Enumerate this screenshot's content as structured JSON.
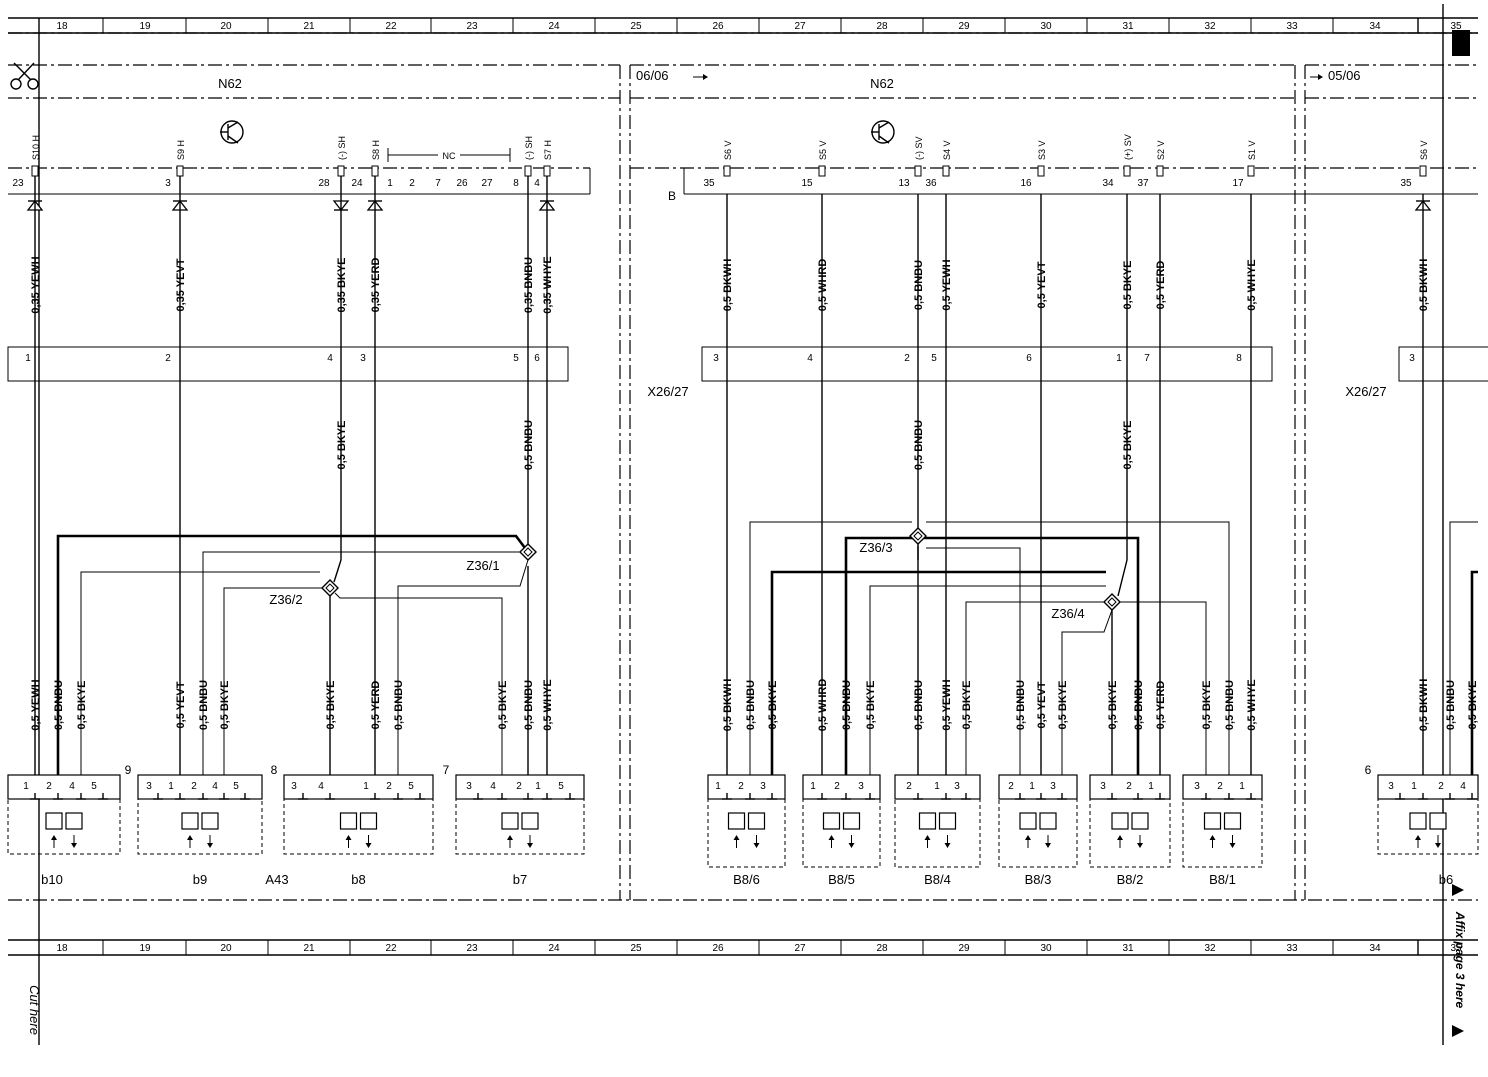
{
  "grid_columns": [
    "18",
    "19",
    "20",
    "21",
    "22",
    "23",
    "24",
    "25",
    "26",
    "27",
    "28",
    "29",
    "30",
    "31",
    "32",
    "33",
    "34",
    "35"
  ],
  "header": {
    "left_unit": "N62",
    "right_unit": "N62",
    "date_left": "06/06",
    "date_right": "05/06"
  },
  "labels": {
    "nc": "NC",
    "connector_b": "B",
    "connector_x_mid": "X26/27",
    "connector_x_right": "X26/27",
    "cut_here": "Cut here",
    "affix": "Affix page 3 here"
  },
  "left_pins": [
    {
      "sig": "S10 H",
      "pin": "23"
    },
    {
      "sig": "S9 H",
      "pin": "3"
    },
    {
      "sig": "(-) SH",
      "pin": "28"
    },
    {
      "sig": "",
      "pin": "24"
    },
    {
      "sig": "S8 H",
      "pin": "1"
    },
    {
      "sig": "",
      "pin": "2"
    },
    {
      "sig": "",
      "pin": "7"
    },
    {
      "sig": "",
      "pin": "26"
    },
    {
      "sig": "",
      "pin": "27"
    },
    {
      "sig": "(-) SH",
      "pin": "8"
    },
    {
      "sig": "S7 H",
      "pin": "4"
    }
  ],
  "right_pins": [
    {
      "sig": "S6 V",
      "pin": "35"
    },
    {
      "sig": "S5 V",
      "pin": "15"
    },
    {
      "sig": "(-) SV",
      "pin": "13"
    },
    {
      "sig": "S4 V",
      "pin": "36"
    },
    {
      "sig": "S3 V",
      "pin": "16"
    },
    {
      "sig": "(+) SV",
      "pin": "34"
    },
    {
      "sig": "S2 V",
      "pin": "37"
    },
    {
      "sig": "S1 V",
      "pin": "17"
    },
    {
      "sig": "S6 V",
      "pin": "35"
    }
  ],
  "wires_upper_left": [
    "0,35 YEWH",
    "0,35 YEVT",
    "0,35 BKYE",
    "0,35 YERD",
    "0,35 BNBU",
    "0,35 WHYE"
  ],
  "wires_upper_right": [
    "0,5 BKWH",
    "0,5 WHRD",
    "0,5 BNBU",
    "0,5 YEWH",
    "0,5 YEVT",
    "0,5 BKYE",
    "0,5 YERD",
    "0,5 WHYE",
    "0,5 BKWH"
  ],
  "connector_left_pins": [
    "1",
    "2",
    "4",
    "3",
    "5",
    "6"
  ],
  "connector_mid_pins": [
    "3",
    "4",
    "2",
    "5",
    "6",
    "1",
    "7",
    "8"
  ],
  "connector_right_pins": [
    "3"
  ],
  "wires_middle": [
    "0,5 BKYE",
    "0,5 BNBU",
    "0,5 BNBU",
    "0,5 BKYE"
  ],
  "splices": [
    "Z36/1",
    "Z36/2",
    "Z36/3",
    "Z36/4"
  ],
  "wires_lower_left": [
    "0,5 YEWH",
    "0,5 BNBU",
    "0,5 BKYE",
    "0,5 YEVT",
    "0,5 BNBU",
    "0,5 BKYE",
    "0,5 BKYE",
    "0,5 YERD",
    "0,5 BNBU",
    "0,5 BKYE",
    "0,5 BNBU",
    "0,5 WHYE"
  ],
  "wires_lower_right": [
    "0,5 BKWH",
    "0,5 BNBU",
    "0,5 BKYE",
    "0,5 WHRD",
    "0,5 BNBU",
    "0,5 BKYE",
    "0,5 BNBU",
    "0,5 YEWH",
    "0,5 BKYE",
    "0,5 BNBU",
    "0,5 YEVT",
    "0,5 BKYE",
    "0,5 BKYE",
    "0,5 BNBU",
    "0,5 YERD",
    "0,5 BKYE",
    "0,5 BNBU",
    "0,5 WHYE",
    "0,5 BKWH",
    "0,5 BNBU",
    "0,5 BKYE"
  ],
  "sensors_left": [
    {
      "name": "b10",
      "pos": "",
      "pins": [
        "1",
        "2",
        "4",
        "5"
      ]
    },
    {
      "name": "b9",
      "pos": "9",
      "pins": [
        "3",
        "1",
        "2",
        "4",
        "5"
      ]
    },
    {
      "name": "b8",
      "pos": "8",
      "pins": [
        "3",
        "4",
        "1",
        "2",
        "5"
      ]
    },
    {
      "name": "b7",
      "pos": "7",
      "pins": [
        "3",
        "4",
        "2",
        "1",
        "5"
      ]
    }
  ],
  "module_a43": "A43",
  "sensors_right": [
    {
      "name": "B8/6",
      "pins": [
        "1",
        "2",
        "3"
      ]
    },
    {
      "name": "B8/5",
      "pins": [
        "1",
        "2",
        "3"
      ]
    },
    {
      "name": "B8/4",
      "pins": [
        "2",
        "1",
        "3"
      ]
    },
    {
      "name": "B8/3",
      "pins": [
        "2",
        "1",
        "3"
      ]
    },
    {
      "name": "B8/2",
      "pins": [
        "3",
        "2",
        "1"
      ]
    },
    {
      "name": "B8/1",
      "pins": [
        "3",
        "2",
        "1"
      ]
    },
    {
      "name": "b6",
      "pos": "6",
      "pins": [
        "3",
        "1",
        "2",
        "4"
      ]
    }
  ]
}
